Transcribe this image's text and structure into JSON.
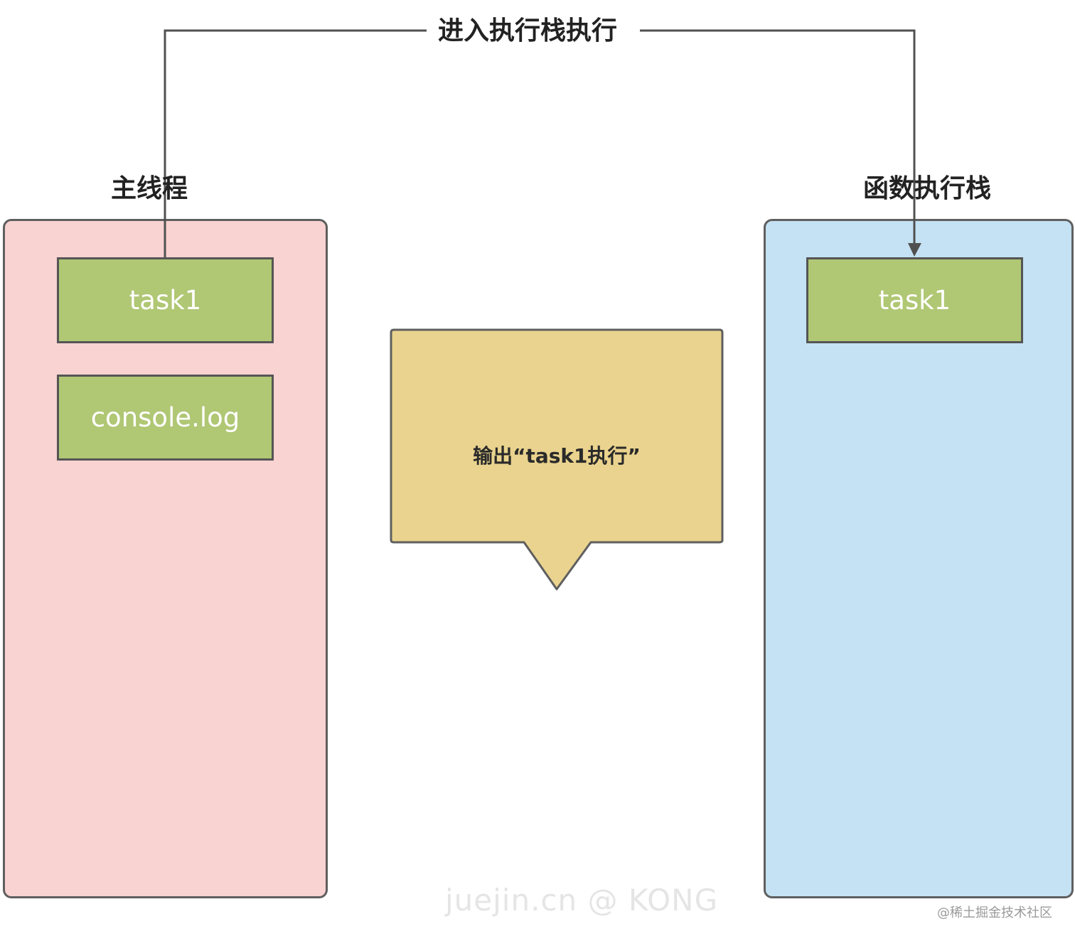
{
  "labels": {
    "connector": "进入执行栈执行",
    "main_thread": "主线程",
    "call_stack": "函数执行栈"
  },
  "main_thread": {
    "items": [
      "task1",
      "console.log"
    ]
  },
  "call_stack": {
    "items": [
      "task1"
    ]
  },
  "callout": {
    "text": "输出“task1执行”"
  },
  "watermark": "juejin.cn @ KONG",
  "source": "@稀土掘金技术社区",
  "colors": {
    "main_panel": "#f9d2d2",
    "stack_panel": "#c4e2f3",
    "task_block": "#b0c774",
    "callout": "#ead38e",
    "border": "#5f5f5f"
  }
}
